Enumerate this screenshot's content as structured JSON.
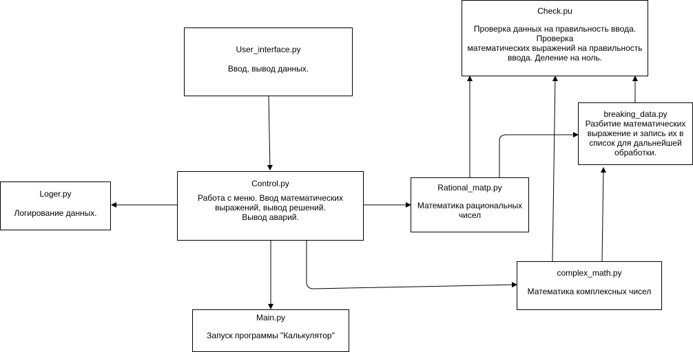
{
  "nodes": {
    "user_interface": {
      "title": "User_interface.py",
      "desc": "Ввод, вывод данных."
    },
    "check": {
      "title": "Check.pu",
      "desc": "Проверка данных на правильность ввода.\nПроверка\nматематических выражений на правильность\nввода. Деление на ноль."
    },
    "breaking_data": {
      "title": "breaking_data.py",
      "desc": "Разбитие математических\nвыражение и запись их в\nсписок  для дальнейшей\nобработки."
    },
    "loger": {
      "title": "Loger.py",
      "desc": "Логирование данных."
    },
    "control": {
      "title": "Control.py",
      "desc": "Работа с меню. Ввод математических\nвыражений, вывод решений.\nВывод аварий."
    },
    "rational": {
      "title": "Rational_matp.py",
      "desc": "Математика рациональных\nчисел"
    },
    "complex": {
      "title": "complex_math.py",
      "desc": "Математика комплексных чисел"
    },
    "main": {
      "title": "Main.py",
      "desc": "Запуск программы \"Калькулятор\""
    }
  },
  "edges": [
    {
      "from": "user_interface",
      "to": "control"
    },
    {
      "from": "control",
      "to": "loger"
    },
    {
      "from": "control",
      "to": "rational"
    },
    {
      "from": "control",
      "to": "main"
    },
    {
      "from": "control",
      "to": "complex"
    },
    {
      "from": "rational",
      "to": "check"
    },
    {
      "from": "rational",
      "to": "breaking_data"
    },
    {
      "from": "breaking_data",
      "to": "check"
    },
    {
      "from": "complex",
      "to": "check"
    },
    {
      "from": "complex",
      "to": "breaking_data"
    }
  ]
}
